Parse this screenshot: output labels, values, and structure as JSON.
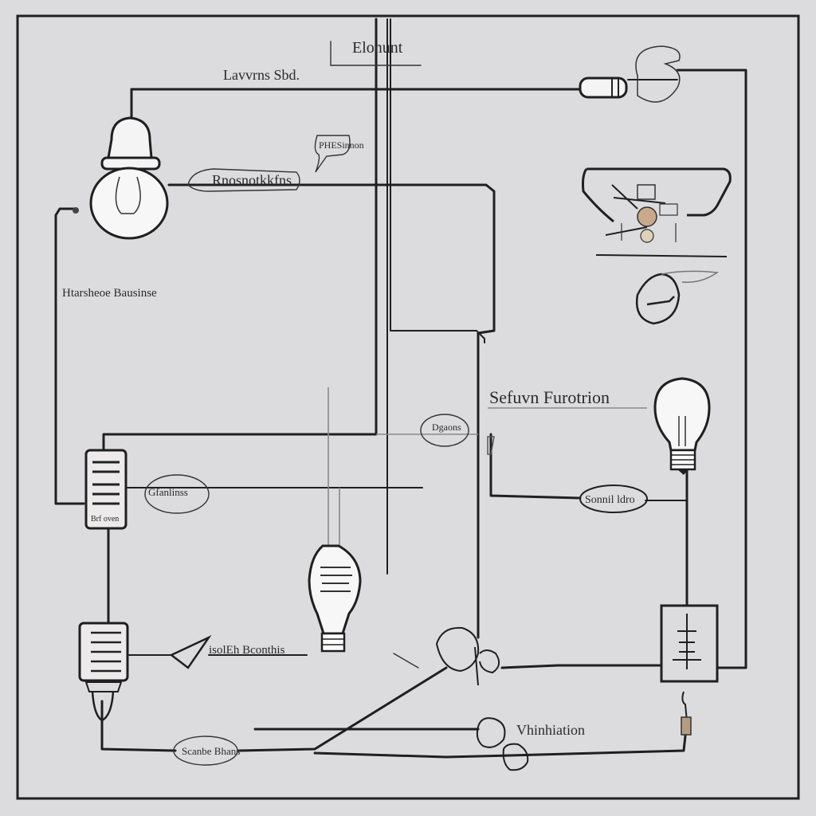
{
  "labels": {
    "title_top": "Elonunt",
    "label_upper": "Lavvrns Sbd.",
    "label_callout": "PHESinnon",
    "label_wire": "Rnosnotkkfns",
    "label_left": "Htarsheoe Bausinse",
    "label_right_heading": "Sefuvn Furotrion",
    "label_oval_mid": "Dgaons",
    "label_oval_left": "Gfanlinss",
    "label_oval_right": "Sonnil ldro",
    "label_lower": "isolEh Bconthis",
    "label_bottom_left": "Scanbe Bhans",
    "label_bottom_right": "Vhinhiation",
    "module_upper_text": "Brf oven",
    "module_lower_text": ""
  },
  "colors": {
    "background": "#dcdcdf",
    "wire": "#1f1f1f",
    "bulb_glass": "#f4f4f4",
    "filament_accent": "#c8a98c"
  }
}
